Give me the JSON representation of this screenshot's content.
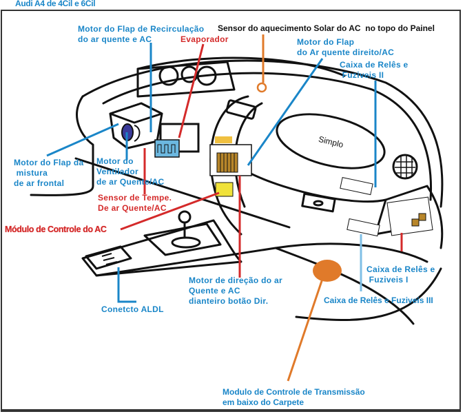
{
  "title": "Audi A4  de 4Cil e 6Cil",
  "brand_mark": "Simplo",
  "colors": {
    "label_blue": "#1a86c8",
    "label_red": "#d42a2a",
    "label_black": "#111111",
    "pointer_orange": "#e07a2a",
    "pointer_light_blue": "#7fbfe6",
    "evaporator_fill": "#6cb8e0",
    "blower_lens": "#3a3a9a",
    "module_yellow": "#f0e23a",
    "box_tan": "#b8862a"
  },
  "labels": {
    "recirc_flap_motor": {
      "text": "Motor do Flap de Recirculação\ndo ar quente e AC",
      "color": "blue"
    },
    "solar_sensor": {
      "text": "Sensor do aquecimento Solar do AC  no topo do Painel",
      "color": "black"
    },
    "evaporator": {
      "text": "Evaporador",
      "color": "red"
    },
    "right_hot_air_flap_motor": {
      "text": "Motor do Flap\ndo Ar quente direito/AC",
      "color": "blue"
    },
    "relay_fuse_box_2": {
      "text": "Caixa de Relês e\n Fuziveis II",
      "color": "blue"
    },
    "front_mix_flap_motor": {
      "text": "Motor do Flap da\n mistura\nde ar frontal",
      "color": "blue"
    },
    "blower_motor": {
      "text": "Motor do\nVentilador\nde ar Quente/AC",
      "color": "blue"
    },
    "temp_sensor": {
      "text": "Sensor de Tempe.\nDe ar Quente/AC",
      "color": "red"
    },
    "ac_control_module": {
      "text": "Módulo de Controle do AC",
      "color": "red"
    },
    "aldl_connector": {
      "text": "Conetcto ALDL",
      "color": "blue"
    },
    "direction_motor": {
      "text": "Motor de direção do ar\nQuente e AC\ndianteiro botão Dir.",
      "color": "blue"
    },
    "relay_fuse_box_1": {
      "text": "Caixa de Relês e\n Fuziveis I",
      "color": "blue"
    },
    "relay_fuse_box_3": {
      "text": "Caixa de Relês e Fuziveis III",
      "color": "blue"
    },
    "transmission_module": {
      "text": "Modulo de Controle de Transmissão\nem baixo do Carpete",
      "color": "blue"
    }
  }
}
